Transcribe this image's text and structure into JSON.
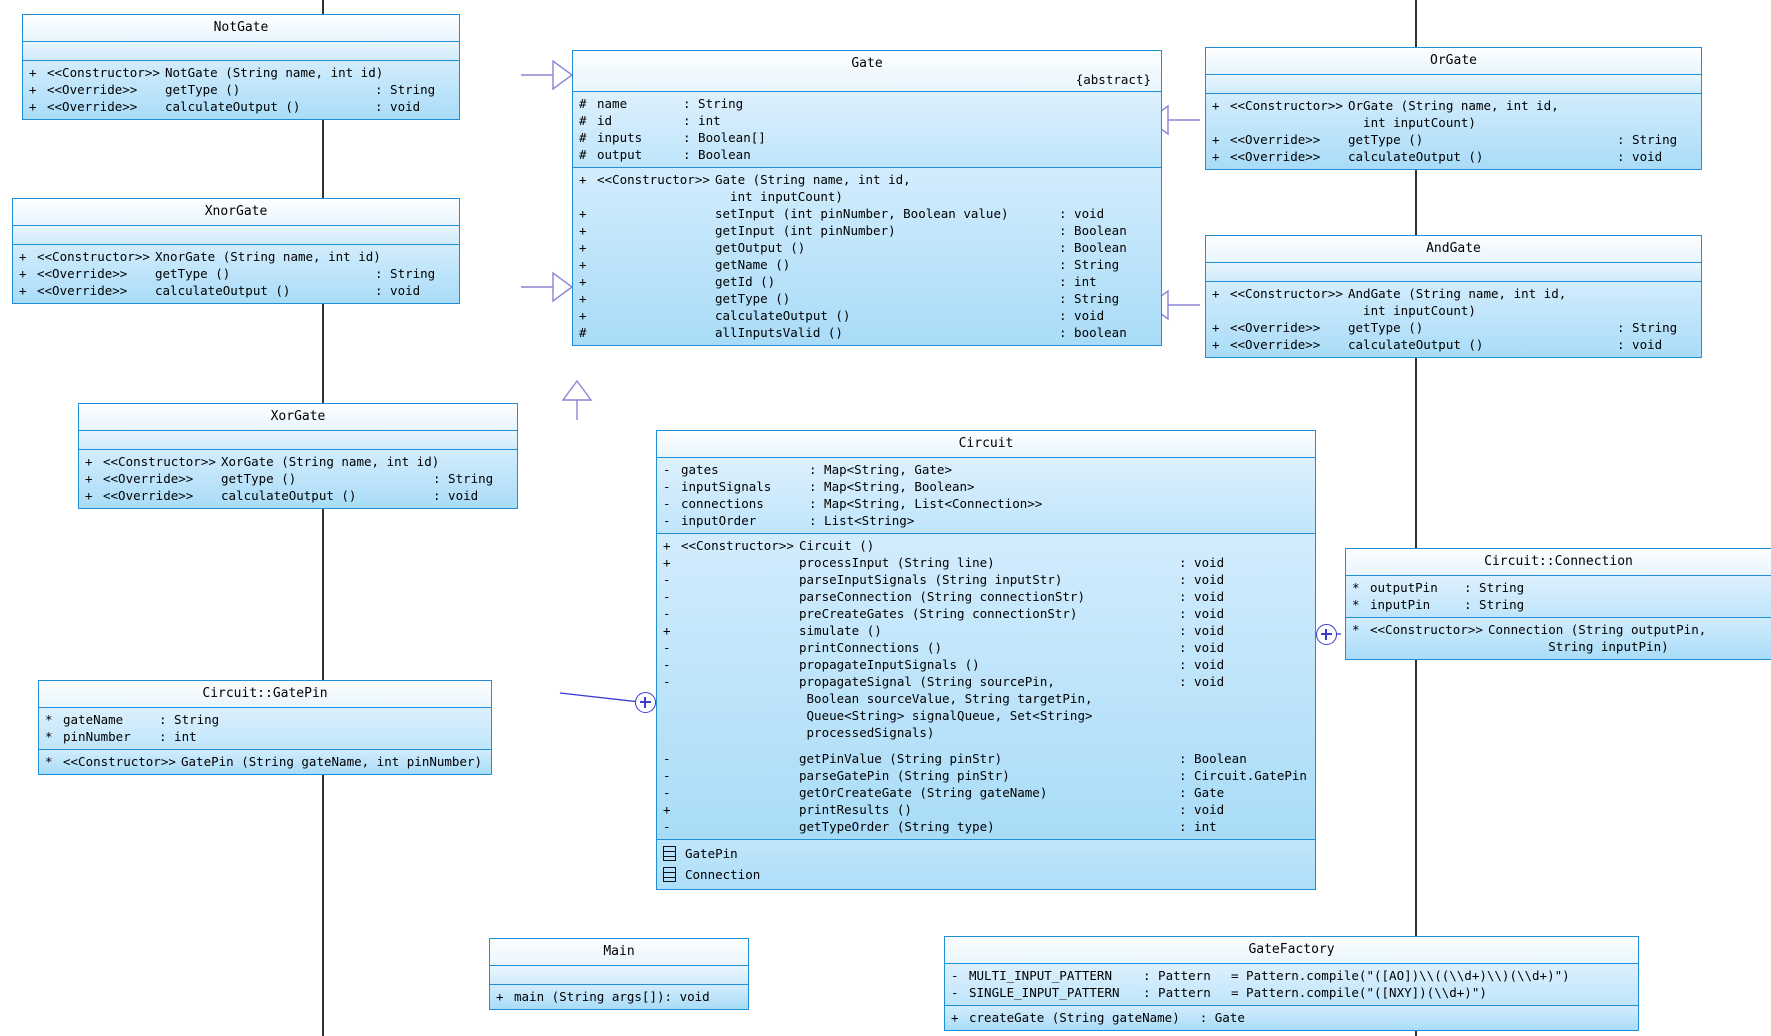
{
  "diagram": {
    "kind": "uml-class-diagram",
    "colors": {
      "border": "#1f8fd8",
      "fill_light": "#e8f5fd",
      "fill_dark": "#a9dcf8",
      "generalization_line": "#8a86d6",
      "plain_line": "#000000",
      "nested_marker": "#3b3bcf"
    }
  },
  "classes": {
    "notgate": {
      "name": "NotGate",
      "attributes": [],
      "operations": [
        {
          "vis": "+",
          "stereotype": "<<Constructor>>",
          "signature": "NotGate (String name, int id)",
          "ret": ""
        },
        {
          "vis": "+",
          "stereotype": "<<Override>>",
          "signature": "getType ()",
          "ret": ": String"
        },
        {
          "vis": "+",
          "stereotype": "<<Override>>",
          "signature": "calculateOutput ()",
          "ret": ": void"
        }
      ]
    },
    "xnorgate": {
      "name": "XnorGate",
      "attributes": [],
      "operations": [
        {
          "vis": "+",
          "stereotype": "<<Constructor>>",
          "signature": "XnorGate (String name, int id)",
          "ret": ""
        },
        {
          "vis": "+",
          "stereotype": "<<Override>>",
          "signature": "getType ()",
          "ret": ": String"
        },
        {
          "vis": "+",
          "stereotype": "<<Override>>",
          "signature": "calculateOutput ()",
          "ret": ": void"
        }
      ]
    },
    "xorgate": {
      "name": "XorGate",
      "attributes": [],
      "operations": [
        {
          "vis": "+",
          "stereotype": "<<Constructor>>",
          "signature": "XorGate (String name, int id)",
          "ret": ""
        },
        {
          "vis": "+",
          "stereotype": "<<Override>>",
          "signature": "getType ()",
          "ret": ": String"
        },
        {
          "vis": "+",
          "stereotype": "<<Override>>",
          "signature": "calculateOutput ()",
          "ret": ": void"
        }
      ]
    },
    "gate": {
      "name": "Gate",
      "modifier": "{abstract}",
      "attributes": [
        {
          "vis": "#",
          "name": "name",
          "type": ": String"
        },
        {
          "vis": "#",
          "name": "id",
          "type": ": int"
        },
        {
          "vis": "#",
          "name": "inputs",
          "type": ": Boolean[]"
        },
        {
          "vis": "#",
          "name": "output",
          "type": ": Boolean"
        }
      ],
      "operations": [
        {
          "vis": "+",
          "stereotype": "<<Constructor>>",
          "signature": "Gate (String name, int id,\n  int inputCount)",
          "ret": ""
        },
        {
          "vis": "+",
          "stereotype": "",
          "signature": "setInput (int pinNumber, Boolean value)",
          "ret": ": void"
        },
        {
          "vis": "+",
          "stereotype": "",
          "signature": "getInput (int pinNumber)",
          "ret": ": Boolean"
        },
        {
          "vis": "+",
          "stereotype": "",
          "signature": "getOutput ()",
          "ret": ": Boolean"
        },
        {
          "vis": "+",
          "stereotype": "",
          "signature": "getName ()",
          "ret": ": String"
        },
        {
          "vis": "+",
          "stereotype": "",
          "signature": "getId ()",
          "ret": ": int"
        },
        {
          "vis": "+",
          "stereotype": "",
          "signature": "getType ()",
          "ret": ": String"
        },
        {
          "vis": "+",
          "stereotype": "",
          "signature": "calculateOutput ()",
          "ret": ": void"
        },
        {
          "vis": "#",
          "stereotype": "",
          "signature": "allInputsValid ()",
          "ret": ": boolean"
        }
      ]
    },
    "orgate": {
      "name": "OrGate",
      "attributes": [],
      "operations": [
        {
          "vis": "+",
          "stereotype": "<<Constructor>>",
          "signature": "OrGate (String name, int id,\n  int inputCount)",
          "ret": ""
        },
        {
          "vis": "+",
          "stereotype": "<<Override>>",
          "signature": "getType ()",
          "ret": ": String"
        },
        {
          "vis": "+",
          "stereotype": "<<Override>>",
          "signature": "calculateOutput ()",
          "ret": ": void"
        }
      ]
    },
    "andgate": {
      "name": "AndGate",
      "attributes": [],
      "operations": [
        {
          "vis": "+",
          "stereotype": "<<Constructor>>",
          "signature": "AndGate (String name, int id,\n  int inputCount)",
          "ret": ""
        },
        {
          "vis": "+",
          "stereotype": "<<Override>>",
          "signature": "getType ()",
          "ret": ": String"
        },
        {
          "vis": "+",
          "stereotype": "<<Override>>",
          "signature": "calculateOutput ()",
          "ret": ": void"
        }
      ]
    },
    "circuit": {
      "name": "Circuit",
      "attributes": [
        {
          "vis": "-",
          "name": "gates",
          "type": ": Map<String, Gate>"
        },
        {
          "vis": "-",
          "name": "inputSignals",
          "type": ": Map<String, Boolean>"
        },
        {
          "vis": "-",
          "name": "connections",
          "type": ": Map<String, List<Connection>>"
        },
        {
          "vis": "-",
          "name": "inputOrder",
          "type": ": List<String>"
        }
      ],
      "operations": [
        {
          "vis": "+",
          "stereotype": "<<Constructor>>",
          "signature": "Circuit ()",
          "ret": ""
        },
        {
          "vis": "+",
          "stereotype": "",
          "signature": "processInput (String line)",
          "ret": ": void"
        },
        {
          "vis": "-",
          "stereotype": "",
          "signature": "parseInputSignals (String inputStr)",
          "ret": ": void"
        },
        {
          "vis": "-",
          "stereotype": "",
          "signature": "parseConnection (String connectionStr)",
          "ret": ": void"
        },
        {
          "vis": "-",
          "stereotype": "",
          "signature": "preCreateGates (String connectionStr)",
          "ret": ": void"
        },
        {
          "vis": "+",
          "stereotype": "",
          "signature": "simulate ()",
          "ret": ": void"
        },
        {
          "vis": "-",
          "stereotype": "",
          "signature": "printConnections ()",
          "ret": ": void"
        },
        {
          "vis": "-",
          "stereotype": "",
          "signature": "propagateInputSignals ()",
          "ret": ": void"
        },
        {
          "vis": "-",
          "stereotype": "",
          "signature": "propagateSignal (String sourcePin,\n Boolean sourceValue, String targetPin,\n Queue<String> signalQueue, Set<String>\n processedSignals)",
          "ret": ": void"
        },
        {
          "vis": "-",
          "stereotype": "",
          "signature": "getPinValue (String pinStr)",
          "ret": ": Boolean"
        },
        {
          "vis": "-",
          "stereotype": "",
          "signature": "parseGatePin (String pinStr)",
          "ret": ": Circuit.GatePin"
        },
        {
          "vis": "-",
          "stereotype": "",
          "signature": "getOrCreateGate (String gateName)",
          "ret": ": Gate"
        },
        {
          "vis": "+",
          "stereotype": "",
          "signature": "printResults ()",
          "ret": ": void"
        },
        {
          "vis": "-",
          "stereotype": "",
          "signature": "getTypeOrder (String type)",
          "ret": ": int"
        }
      ],
      "nested": [
        "GatePin",
        "Connection"
      ]
    },
    "gatepin": {
      "name": "Circuit::GatePin",
      "attributes": [
        {
          "vis": "*",
          "name": "gateName",
          "type": ": String"
        },
        {
          "vis": "*",
          "name": "pinNumber",
          "type": ": int"
        }
      ],
      "operations": [
        {
          "vis": "*",
          "stereotype": "<<Constructor>>",
          "signature": "GatePin (String gateName, int pinNumber)",
          "ret": ""
        }
      ]
    },
    "connection": {
      "name": "Circuit::Connection",
      "attributes": [
        {
          "vis": "*",
          "name": "outputPin",
          "type": ": String"
        },
        {
          "vis": "*",
          "name": "inputPin",
          "type": ": String"
        }
      ],
      "operations": [
        {
          "vis": "*",
          "stereotype": "<<Constructor>>",
          "signature": "Connection (String outputPin,\n        String inputPin)",
          "ret": ""
        }
      ]
    },
    "main": {
      "name": "Main",
      "attributes": [],
      "operations": [
        {
          "vis": "+",
          "stereotype": "",
          "signature": "main (String args[])",
          "ret": ": void"
        }
      ]
    },
    "gatefactory": {
      "name": "GateFactory",
      "attributes": [
        {
          "vis": "-",
          "name": "MULTI_INPUT_PATTERN",
          "type": ": Pattern",
          "default": "= Pattern.compile(\"([AO])\\\\((\\\\d+)\\\\)(\\\\d+)\")"
        },
        {
          "vis": "-",
          "name": "SINGLE_INPUT_PATTERN",
          "type": ": Pattern",
          "default": "= Pattern.compile(\"([NXY])(\\\\d+)\")"
        }
      ],
      "operations": [
        {
          "vis": "+",
          "stereotype": "",
          "signature": "createGate (String gateName)",
          "ret": ": Gate"
        }
      ]
    }
  }
}
